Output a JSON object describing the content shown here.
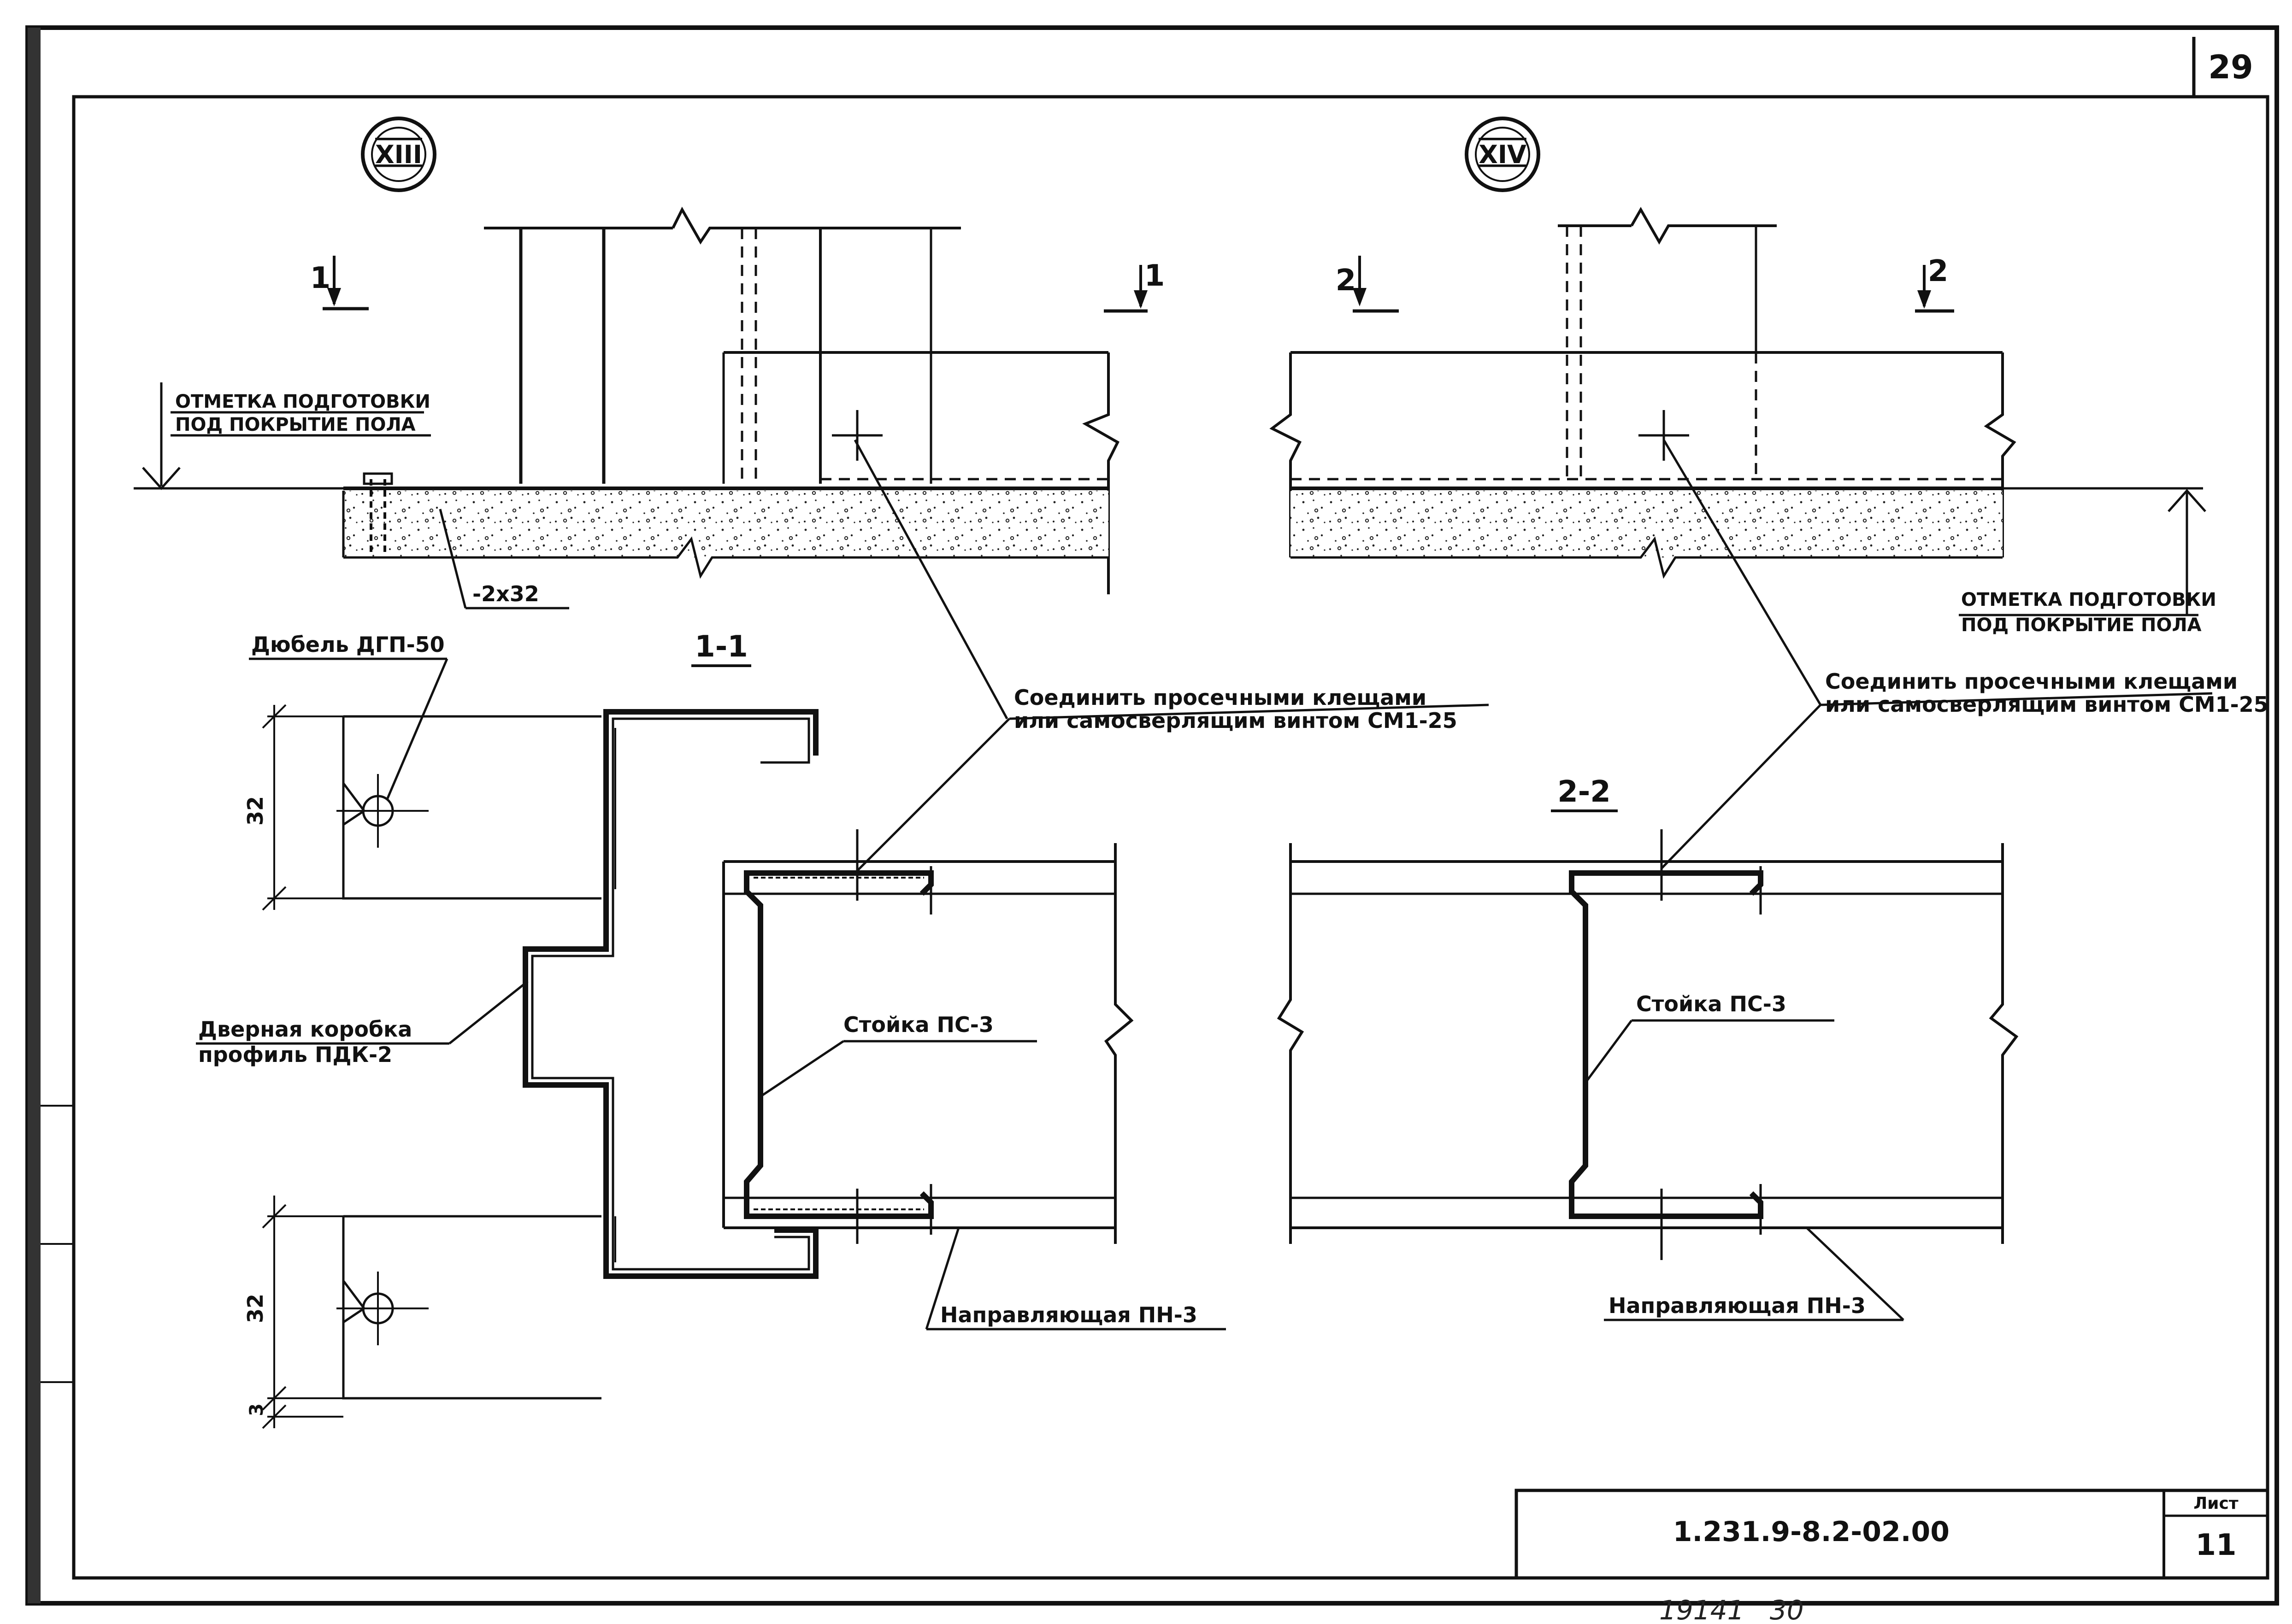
{
  "sheet": {
    "page_number": "29",
    "code": "1.231.9-8.2-02.00",
    "list_label": "Лист",
    "list_number": "11",
    "footer_note": "19141   30"
  },
  "details": {
    "left": {
      "marker": "XIII",
      "cut_left": "1",
      "cut_right": "1",
      "level_note": [
        "ОТМЕТКА ПОДГОТОВКИ",
        "ПОД ПОКРЫТИЕ ПОЛА"
      ],
      "strip": "-2x32",
      "dowel": "Дюбель ДГП-50"
    },
    "right": {
      "marker": "XIV",
      "cut_left": "2",
      "cut_right": "2",
      "level_note": [
        "ОТМЕТКА ПОДГОТОВКИ",
        "ПОД ПОКРЫТИЕ ПОЛА"
      ]
    }
  },
  "sections": {
    "s1": {
      "title": "1-1",
      "dim_top": "32",
      "dim_bottom": "32",
      "dim_small": "3",
      "door_frame": [
        "Дверная коробка",
        "профиль ПДК-2"
      ],
      "connect": [
        "Соединить просечными клещами",
        "или самосверлящим винтом СМ1-25"
      ],
      "stud": "Стойка ПС-3",
      "guide": "Направляющая ПН-3"
    },
    "s2": {
      "title": "2-2",
      "connect": [
        "Соединить просечными клещами",
        "или самосверлящим винтом СМ1-25"
      ],
      "stud": "Стойка ПС-3",
      "guide": "Направляющая ПН-3"
    }
  }
}
